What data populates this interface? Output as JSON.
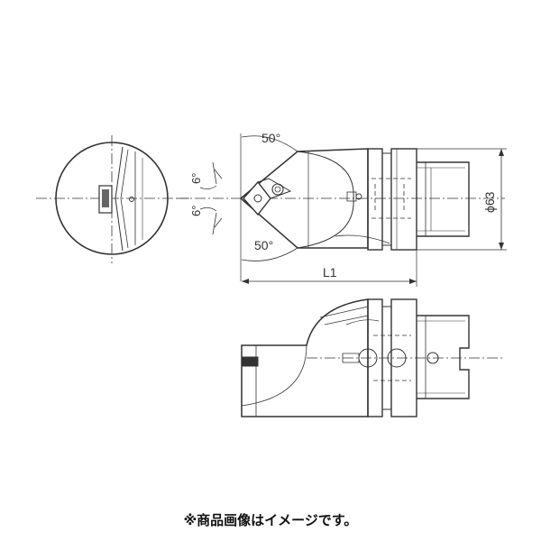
{
  "labels": {
    "angle_top": "50°",
    "angle_bottom": "50°",
    "clearance_top": "6°",
    "clearance_bottom": "6°",
    "length": "L1",
    "diameter": "ϕ63"
  },
  "caption": "※商品画像はイメージです。"
}
